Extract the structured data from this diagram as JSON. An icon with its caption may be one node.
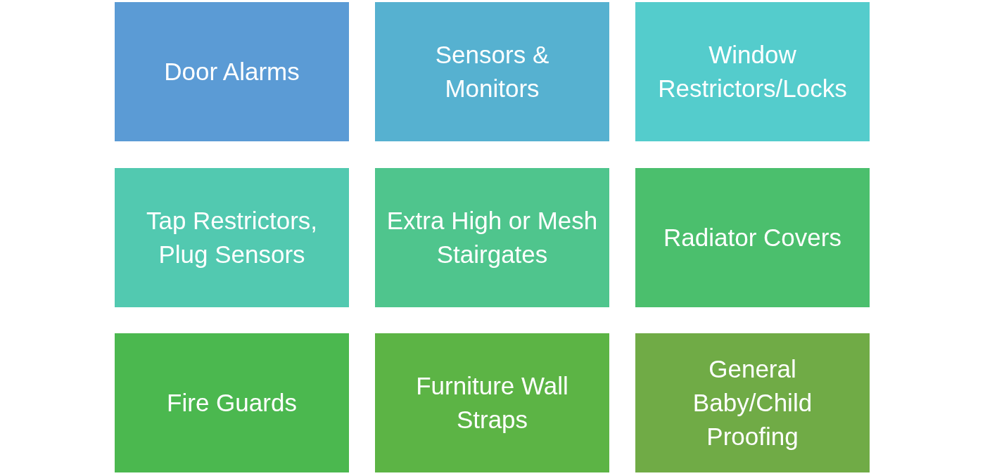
{
  "diagram": {
    "nodes": [
      {
        "text": [
          "Door Alarms"
        ]
      },
      {
        "text": [
          "Sensors & Monitors"
        ]
      },
      {
        "text": [
          "Window Restrictors/Locks"
        ]
      },
      {
        "text": [
          "Tap Restrictors, Plug Sensors"
        ]
      },
      {
        "text": [
          "Extra High or Mesh Stairgates"
        ]
      },
      {
        "text": [
          "Radiator Covers"
        ]
      },
      {
        "text": [
          "Fire Guards"
        ]
      },
      {
        "text": [
          "Furniture Wall Straps"
        ]
      },
      {
        "text": [
          "General Baby/Child Proofing"
        ]
      }
    ]
  }
}
